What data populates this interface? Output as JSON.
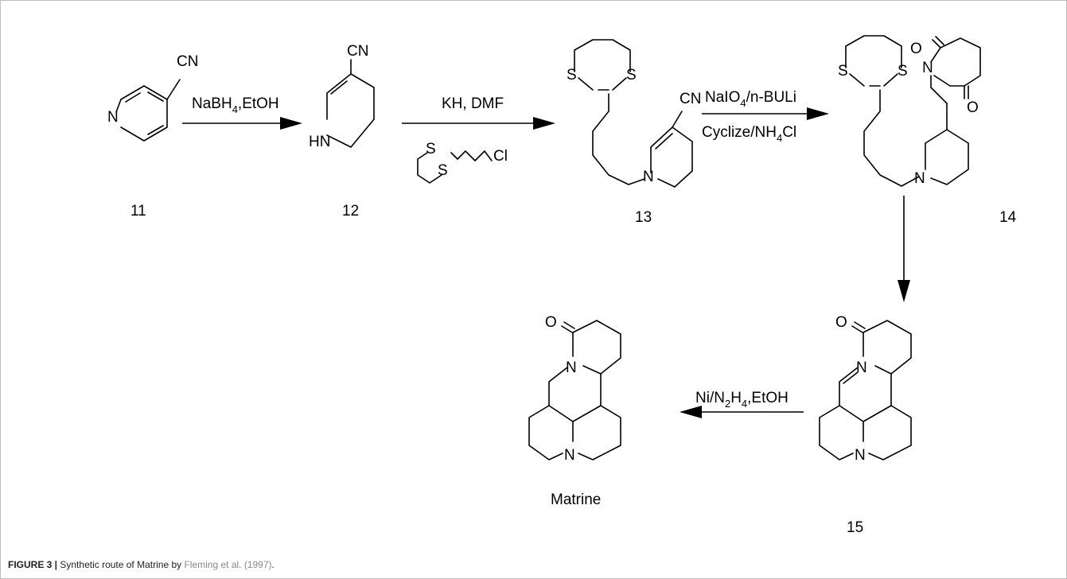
{
  "figure": {
    "caption_label": "FIGURE 3 |",
    "caption_text": " Synthetic route of Matrine by ",
    "caption_ref": "Fleming et al. (1997)",
    "caption_end": "."
  },
  "compounds": [
    {
      "id": "11",
      "label": "11"
    },
    {
      "id": "12",
      "label": "12"
    },
    {
      "id": "13",
      "label": "13"
    },
    {
      "id": "14",
      "label": "14"
    },
    {
      "id": "15",
      "label": "15"
    },
    {
      "id": "matrine",
      "label": "Matrine"
    }
  ],
  "atoms": {
    "cn": "CN",
    "n": "N",
    "hn": "HN",
    "s": "S",
    "cl": "Cl",
    "o": "O"
  },
  "reagents": {
    "step1": {
      "base": "NaBH",
      "sub": "4",
      "tail": ",EtOH"
    },
    "step2_top": "KH, DMF",
    "step3_top": {
      "base": "NaIO",
      "sub": "4",
      "tail": "/n-BULi"
    },
    "step3_bottom": {
      "base": "Cyclize/NH",
      "sub": "4",
      "tail": "Cl"
    },
    "step5": {
      "p1": "Ni/N",
      "s1": "2",
      "p2": "H",
      "s2": "4",
      "p3": ",EtOH"
    }
  }
}
